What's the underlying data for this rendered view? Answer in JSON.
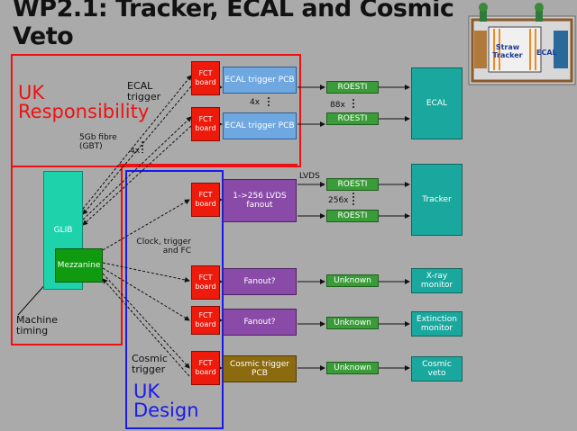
{
  "title": "WP2.1: Tracker, ECAL and Cosmic Veto",
  "regions": {
    "uk_responsibility": "UK Responsibility",
    "uk_design": "UK Design",
    "ecal_trigger": "ECAL trigger",
    "cosmic_trigger": "Cosmic trigger",
    "machine_timing": "Machine timing"
  },
  "labels": {
    "fibre": "5Gb fibre (GBT)",
    "mult_4x_top": "4x",
    "mult_4x_left": "4x",
    "mult_88x": "88x",
    "mult_256x": "256x",
    "lvds": "LVDS",
    "clock": "Clock, trigger and FC"
  },
  "boxes": {
    "fct": "FCT board",
    "ecal_trigger_pcb": "ECAL trigger PCB",
    "roesti": "ROESTI",
    "ecal": "ECAL",
    "tracker": "Tracker",
    "lvds_fanout": "1->256 LVDS fanout",
    "fanout": "Fanout?",
    "unknown": "Unknown",
    "xray": "X-ray monitor",
    "extinction": "Extinction monitor",
    "cosmic_pcb": "Cosmic trigger PCB",
    "cosmic_veto": "Cosmic veto",
    "glib": "GLIB",
    "mezzanine": "Mezzanine"
  },
  "inset": {
    "straw": "Straw Tracker",
    "ecal": "ECAL"
  },
  "colors": {
    "red_border": "#ee1111",
    "blue_border": "#1a1aee",
    "fct": "#ee1a0c",
    "roesti": "#3a9c38"
  }
}
